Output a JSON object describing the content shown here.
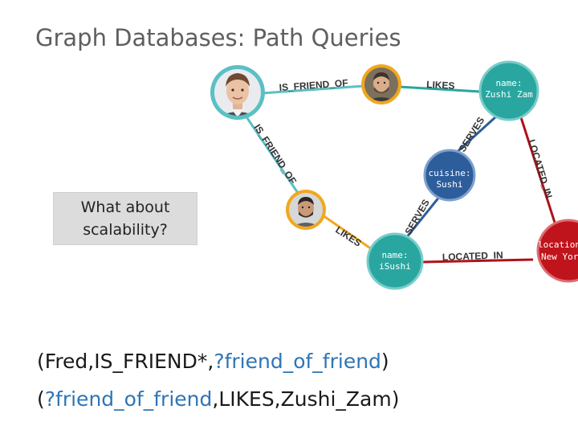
{
  "title": "Graph Databases: Path Queries",
  "note": "What about\nscalability?",
  "queries": {
    "line1": {
      "prefix": "(Fred,IS_FRIEND*,",
      "highlight": "?friend_of_friend",
      "suffix": ")"
    },
    "line2": {
      "prefix": "(",
      "highlight": "?friend_of_friend",
      "suffix": ",LIKES,Zushi_Zam)"
    }
  },
  "graph": {
    "edges": {
      "fred_friend": "IS_FRIEND_OF",
      "fred_person3": "IS_FRIEND_OF",
      "friend_likes": "LIKES",
      "zushi_serves": "SERVES",
      "zushi_located": "LOCATED_IN",
      "isushi_serves": "SERVES",
      "person3_likes": "LIKES",
      "isushi_located": "LOCATED_IN"
    },
    "nodes": {
      "zushi_zam": [
        "name:",
        "Zushi Zam"
      ],
      "cuisine": [
        "cuisine:",
        "Sushi"
      ],
      "isushi": [
        "name:",
        "iSushi"
      ],
      "location": [
        "location:",
        "New York"
      ]
    },
    "colors": {
      "person_ring_blue": "#5bc0c4",
      "person_ring_orange": "#f0a81e",
      "restaurant": "#2aa6a0",
      "cuisine": "#2d5d9b",
      "location": "#c0141c",
      "edge_teal": "#2aa6a0",
      "edge_blue": "#2d5d9b",
      "edge_red": "#b01219",
      "edge_orange": "#f0a81e"
    }
  }
}
